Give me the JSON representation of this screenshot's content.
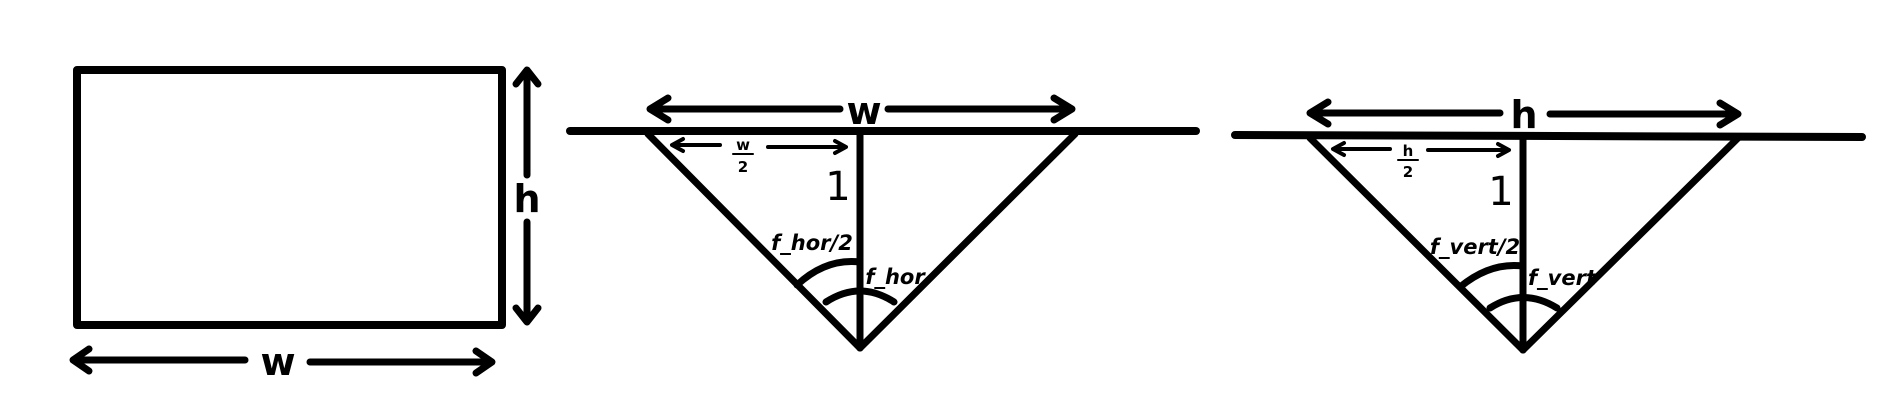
{
  "diagram": {
    "stroke_color": "#000000",
    "background": "#ffffff",
    "rectangle": {
      "height_label": "h",
      "width_label": "w"
    },
    "horizontal": {
      "width_label": "w",
      "half_num": "w",
      "half_den": "2",
      "distance_label": "1",
      "half_angle_label": "f_hor/2",
      "angle_label": "f_hor"
    },
    "vertical": {
      "width_label": "h",
      "half_num": "h",
      "half_den": "2",
      "distance_label": "1",
      "half_angle_label": "f_vert/2",
      "angle_label": "f_vert"
    }
  }
}
